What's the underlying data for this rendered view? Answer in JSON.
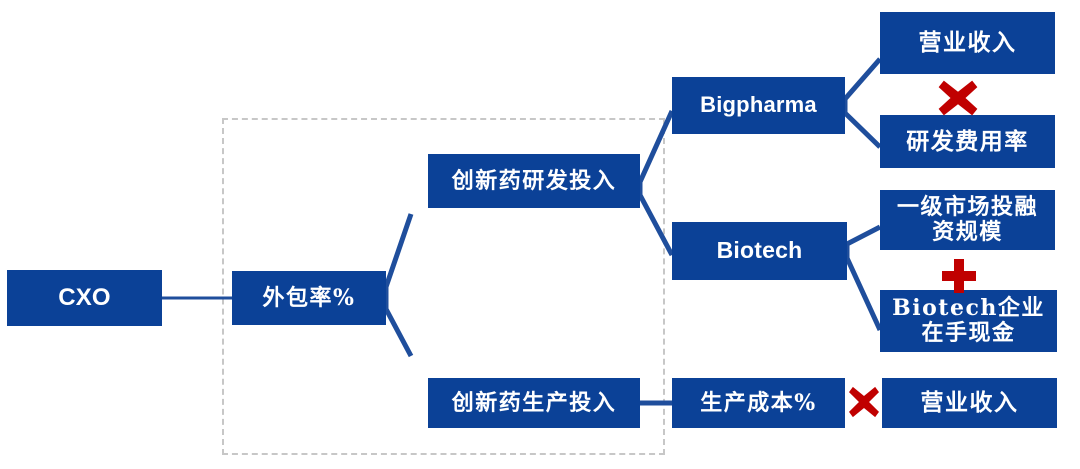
{
  "diagram": {
    "title": "CXO outsourcing rate driver tree",
    "colors": {
      "node_fill": "#0b4197",
      "node_text": "#ffffff",
      "connector": "#1f4e9c",
      "operator_red": "#c00000",
      "group_border": "#c7c7c7",
      "background": "#ffffff"
    },
    "group_box": {
      "name": "dashed-scope-box",
      "style": "dashed"
    },
    "nodes": {
      "cxo": {
        "label": "CXO",
        "script": "latin"
      },
      "outsourcing_rate": {
        "label": "外包率%",
        "script": "cjk"
      },
      "rnd_investment": {
        "label": "创新药研发投入",
        "script": "cjk"
      },
      "production_investment": {
        "label": "创新药生产投入",
        "script": "cjk"
      },
      "bigpharma": {
        "label": "Bigpharma",
        "script": "latin"
      },
      "biotech": {
        "label": "Biotech",
        "script": "latin"
      },
      "operating_revenue_top": {
        "label": "营业收入",
        "script": "cjk"
      },
      "rnd_expense_ratio": {
        "label": "研发费用率",
        "script": "cjk"
      },
      "primary_market_financing": {
        "label": "一级市场投融资规模",
        "script": "cjk"
      },
      "biotech_cash": {
        "label": "Biotech企业在手现金",
        "script": "cjk"
      },
      "production_cost_pct": {
        "label": "生产成本%",
        "script": "cjk"
      },
      "operating_revenue_bottom": {
        "label": "营业收入",
        "script": "cjk"
      }
    },
    "operators": {
      "bigpharma_multiply": {
        "symbol": "×",
        "kind": "multiply-icon"
      },
      "biotech_plus": {
        "symbol": "+",
        "kind": "plus-icon"
      },
      "production_multiply": {
        "symbol": "×",
        "kind": "multiply-icon"
      }
    }
  }
}
